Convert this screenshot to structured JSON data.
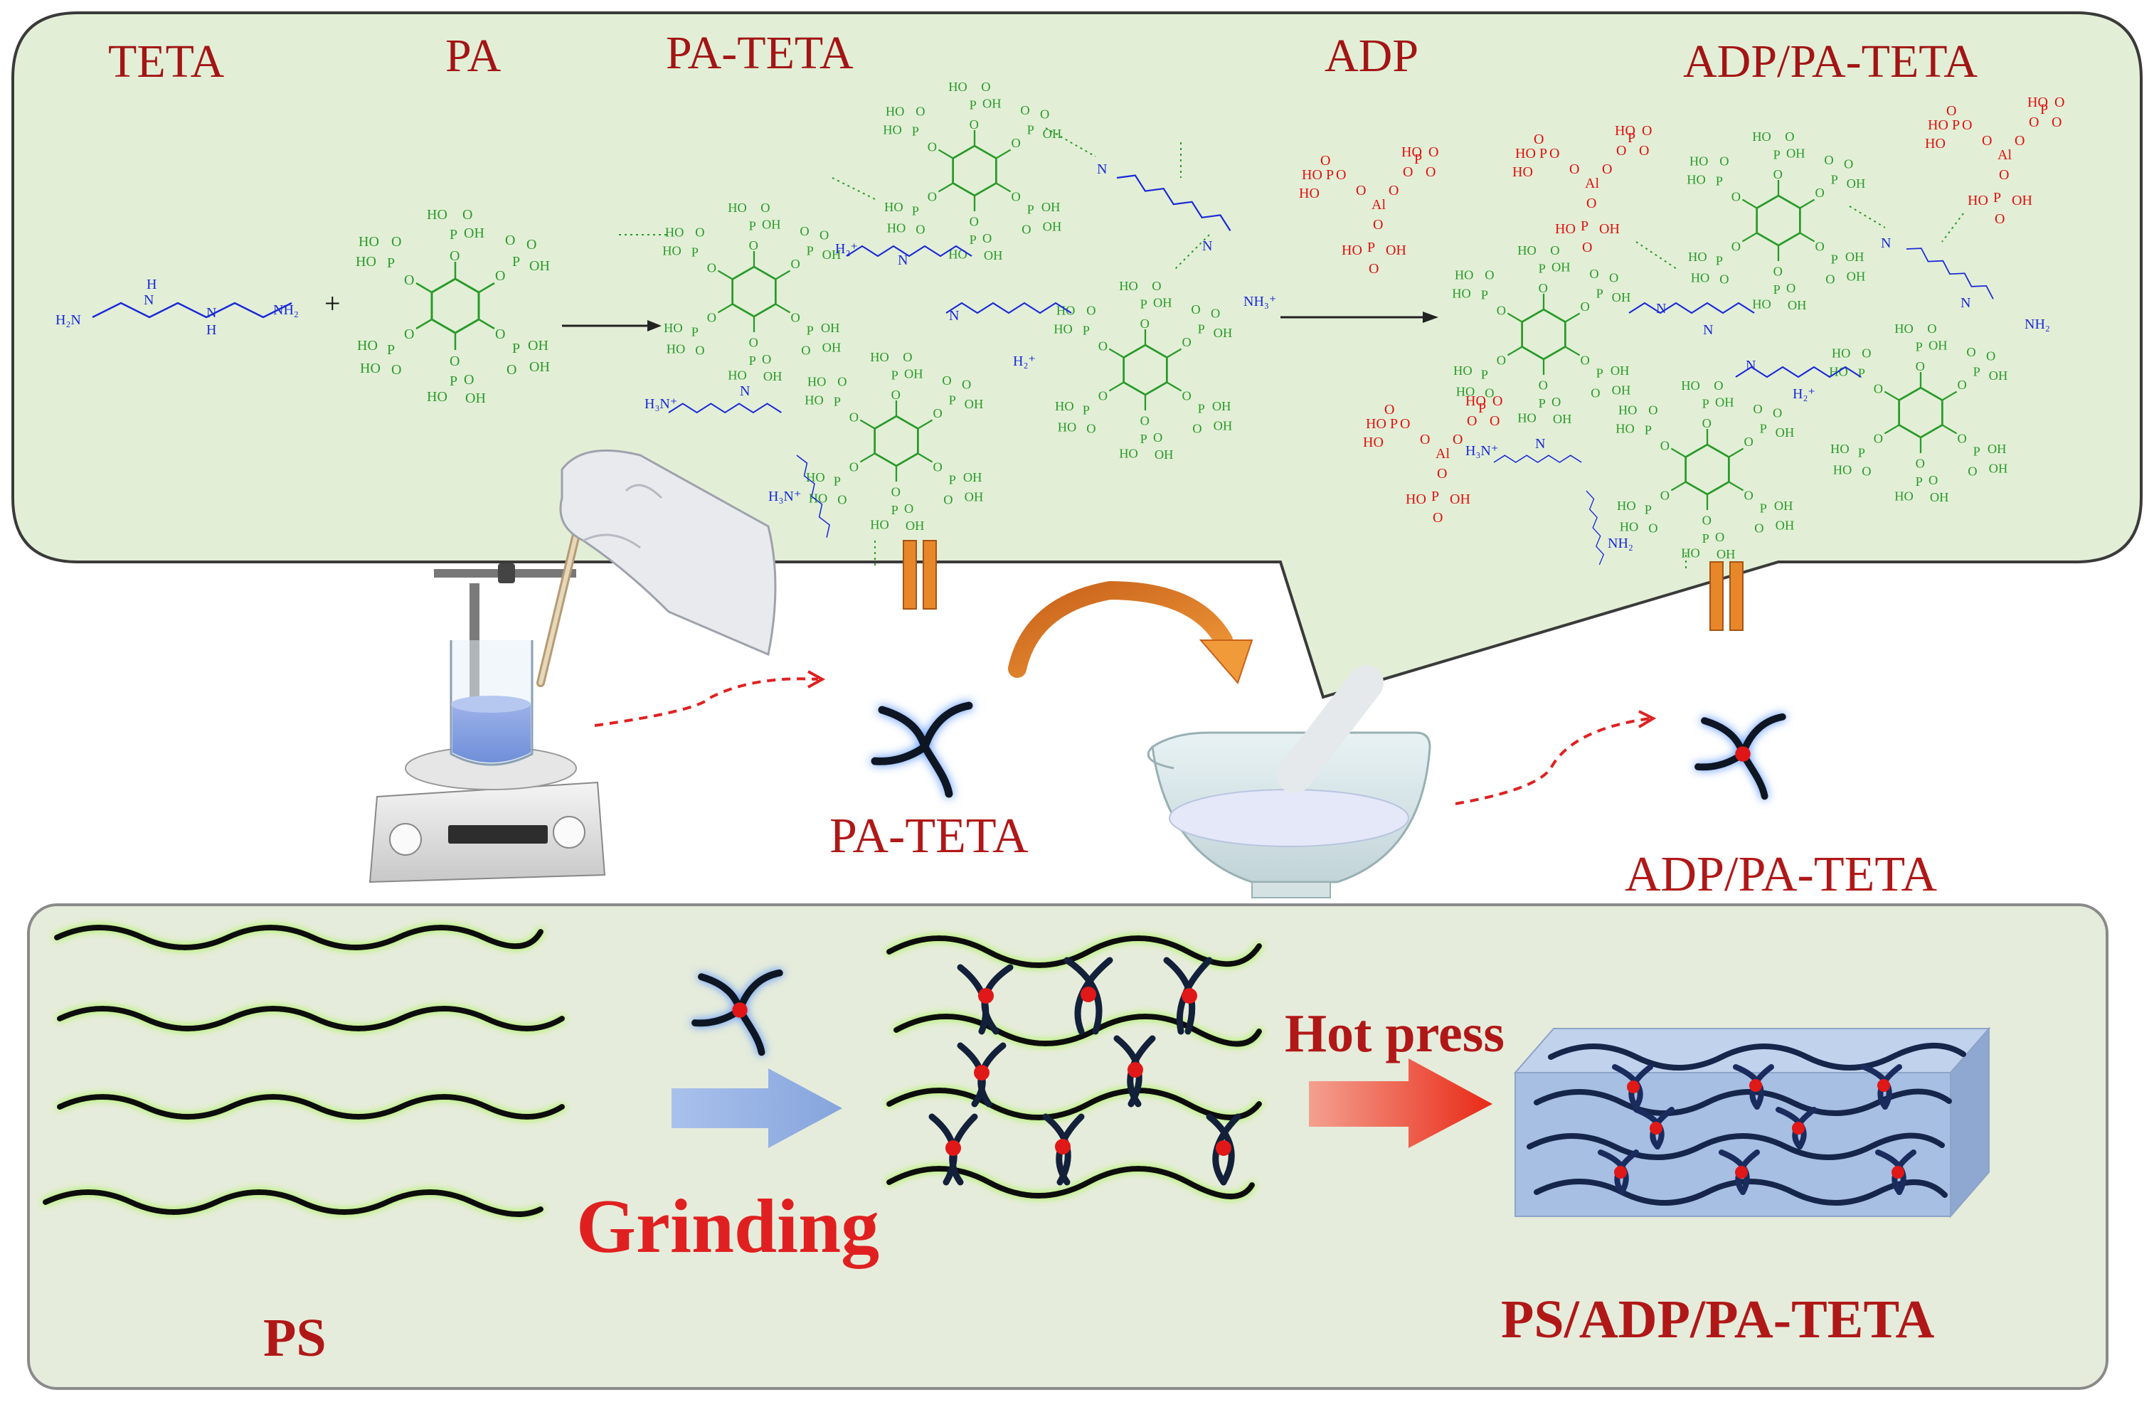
{
  "top_panel": {
    "teta_label": "TETA",
    "pa_label": "PA",
    "pa_teta_label": "PA-TETA",
    "adp_label": "ADP",
    "adp_pa_teta_label": "ADP/PA-TETA",
    "plus_sign": "+",
    "atoms": {
      "h2n": "H₂N",
      "nh2": "NH₂",
      "nh_h": "H",
      "nh_n": "N",
      "oh": "OH",
      "ho": "HO",
      "o": "O",
      "p": "P",
      "al": "Al",
      "nh3": "NH₃⁺",
      "h3n": "H₃N⁺",
      "h2_plus": "H₂⁺",
      "minus": "⁻",
      "plus": "+"
    }
  },
  "middle": {
    "pa_teta_label": "PA-TETA",
    "adp_pa_teta_label": "ADP/PA-TETA"
  },
  "bottom_panel": {
    "ps_label": "PS",
    "grinding_label": "Grinding",
    "hot_press_label": "Hot press",
    "product_label": "PS/ADP/PA-TETA"
  },
  "colors": {
    "panel_fill": "#e2efd6",
    "bottom_panel_fill": "#e6ecdb",
    "label_red": "#a31515",
    "pa_green": "#2a9a2a",
    "teta_blue": "#1a28d8",
    "adp_red": "#e01010",
    "equals_orange": "#e8862a",
    "arrow_blue": "#9db6e6",
    "arrow_red": "#e83020",
    "box_blue": "#a6bfe2"
  }
}
